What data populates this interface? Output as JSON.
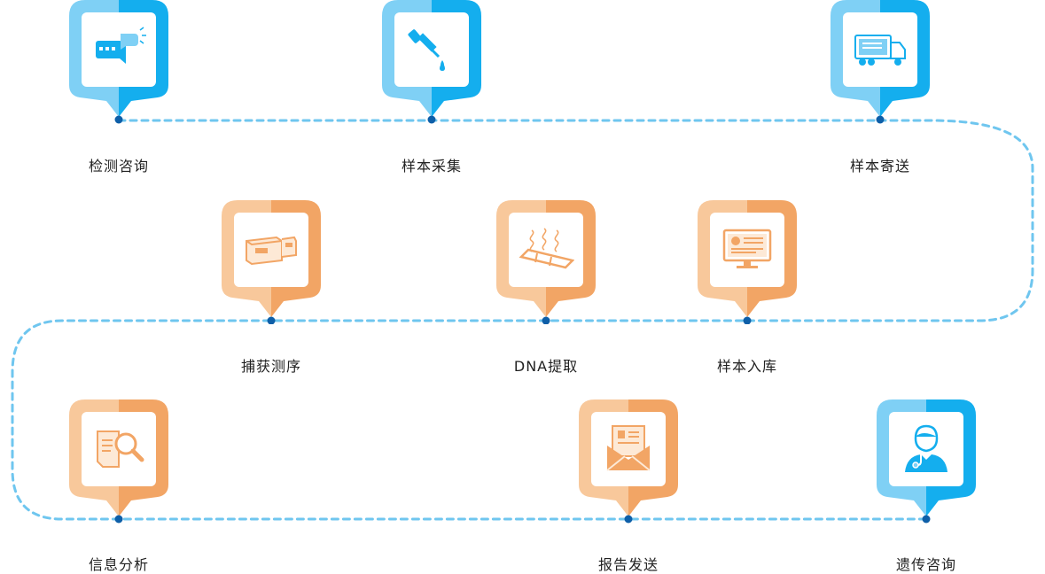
{
  "colors": {
    "blue_light": "#7fd0f5",
    "blue_dark": "#14aeee",
    "orange_light": "#f8c89b",
    "orange_dark": "#f2a565",
    "path": "#6fc6ef",
    "dot": "#0e5fa8"
  },
  "steps": [
    {
      "label": "检测咨询",
      "icon": "chat-bubble-icon",
      "theme": "blue"
    },
    {
      "label": "样本采集",
      "icon": "dropper-icon",
      "theme": "blue"
    },
    {
      "label": "样本寄送",
      "icon": "truck-icon",
      "theme": "blue"
    },
    {
      "label": "样本入库",
      "icon": "monitor-icon",
      "theme": "orange"
    },
    {
      "label": "DNA提取",
      "icon": "dna-chip-icon",
      "theme": "orange"
    },
    {
      "label": "捕获测序",
      "icon": "sequencer-icon",
      "theme": "orange"
    },
    {
      "label": "信息分析",
      "icon": "document-search-icon",
      "theme": "orange"
    },
    {
      "label": "报告发送",
      "icon": "envelope-icon",
      "theme": "orange"
    },
    {
      "label": "遗传咨询",
      "icon": "doctor-icon",
      "theme": "blue"
    }
  ]
}
